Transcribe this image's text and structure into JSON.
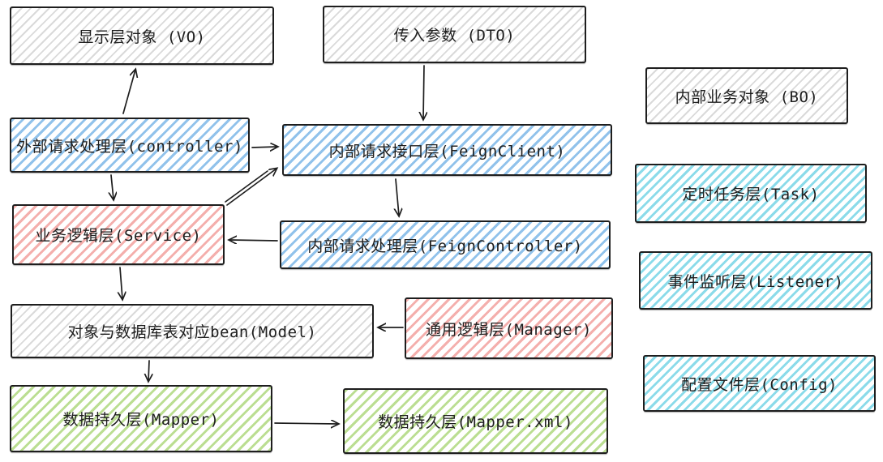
{
  "diagram": {
    "background": "#ffffff",
    "stroke_color": "#1e1e1e",
    "palette": {
      "gray": "#e9e9e9",
      "blue": "#6caee4",
      "red": "#f09491",
      "green": "#9ed064",
      "cyan": "#6ed2e4"
    },
    "nodes": {
      "vo": {
        "label": "显示层对象 (VO)",
        "color": "gray"
      },
      "dto": {
        "label": "传入参数 (DTO)",
        "color": "gray"
      },
      "controller": {
        "label": "外部请求处理层(controller)",
        "color": "blue"
      },
      "feignclient": {
        "label": "内部请求接口层(FeignClient)",
        "color": "blue"
      },
      "service": {
        "label": "业务逻辑层(Service)",
        "color": "red"
      },
      "feigncontroller": {
        "label": "内部请求处理层(FeignController)",
        "color": "blue"
      },
      "model": {
        "label": "对象与数据库表对应bean(Model)",
        "color": "gray"
      },
      "manager": {
        "label": "通用逻辑层(Manager)",
        "color": "red"
      },
      "mapper": {
        "label": "数据持久层(Mapper)",
        "color": "green"
      },
      "mapperxml": {
        "label": "数据持久层(Mapper.xml)",
        "color": "green"
      },
      "bo": {
        "label": "内部业务对象 (BO)",
        "color": "gray"
      },
      "task": {
        "label": "定时任务层(Task)",
        "color": "cyan"
      },
      "listener": {
        "label": "事件监听层(Listener)",
        "color": "cyan"
      },
      "config": {
        "label": "配置文件层(Config)",
        "color": "cyan"
      }
    },
    "connections": [
      {
        "from": "controller",
        "to": "vo"
      },
      {
        "from": "dto",
        "to": "feignclient"
      },
      {
        "from": "controller",
        "to": "feignclient"
      },
      {
        "from": "service",
        "to": "feignclient"
      },
      {
        "from": "feignclient",
        "to": "feigncontroller"
      },
      {
        "from": "feigncontroller",
        "to": "service"
      },
      {
        "from": "controller",
        "to": "service"
      },
      {
        "from": "service",
        "to": "model"
      },
      {
        "from": "manager",
        "to": "model"
      },
      {
        "from": "model",
        "to": "mapper"
      },
      {
        "from": "mapper",
        "to": "mapperxml"
      }
    ]
  }
}
